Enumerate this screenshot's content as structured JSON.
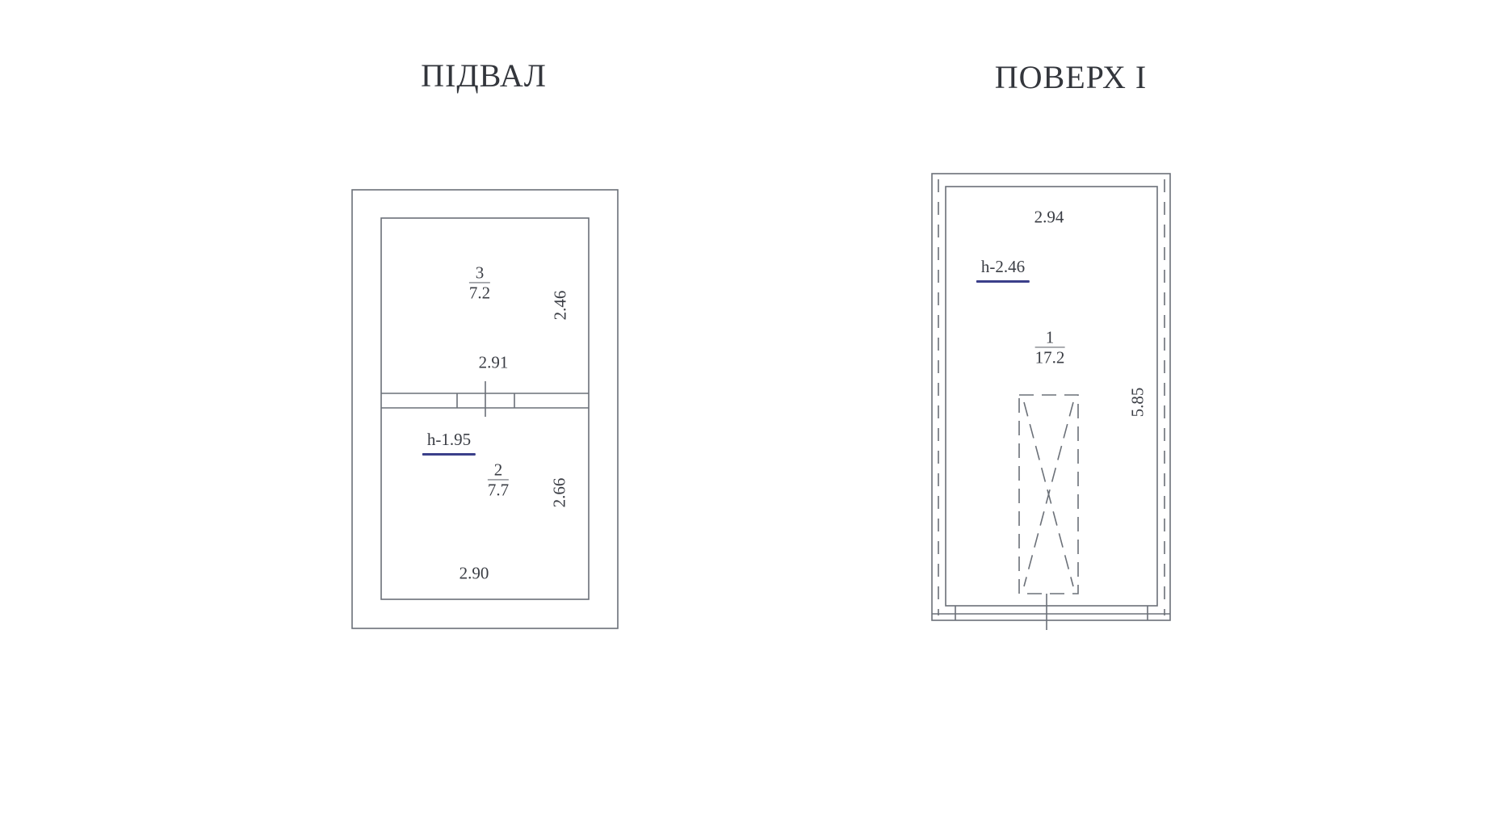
{
  "plans": [
    {
      "title": "ПІДВАЛ",
      "rooms": [
        {
          "number": "3",
          "area": "7.2",
          "width": "2.91",
          "length": "2.46"
        },
        {
          "number": "2",
          "area": "7.7",
          "width": "2.90",
          "length": "2.66",
          "height": "h-1.95"
        }
      ]
    },
    {
      "title": "ПОВЕРХ І",
      "rooms": [
        {
          "number": "1",
          "area": "17.2",
          "width": "2.94",
          "length": "5.85",
          "height": "h-2.46"
        }
      ]
    }
  ],
  "colors": {
    "line": "#6b7078",
    "height_underline": "#3b3f8a",
    "text": "#3a3d44"
  }
}
